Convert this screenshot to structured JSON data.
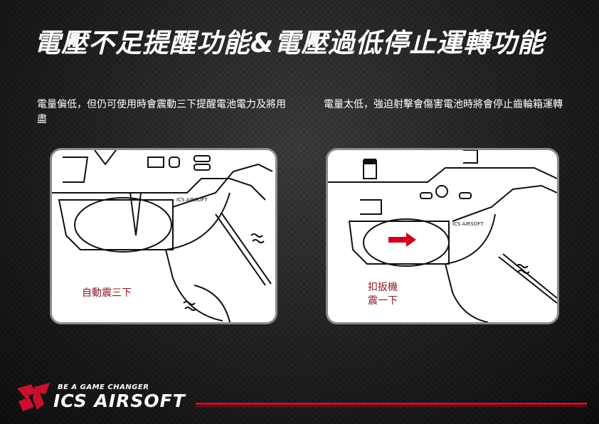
{
  "title": "電壓不足提醒功能&電壓過低停止運轉功能",
  "left": {
    "caption": "電量偏低，但仍可使用時會震動三下提醒電池電力及將用盡",
    "note": "自動震三下"
  },
  "right": {
    "caption": "電量太低，強迫射擊會傷害電池時將會停止齒輪箱運轉",
    "note_line1": "扣扳機",
    "note_line2": "震一下"
  },
  "footer": {
    "slogan": "BE A GAME CHANGER",
    "brand_ics": "ICS",
    "brand_airsoft": "AIRSOFT"
  },
  "colors": {
    "accent": "#c8102e",
    "note": "#8b1c2c"
  }
}
